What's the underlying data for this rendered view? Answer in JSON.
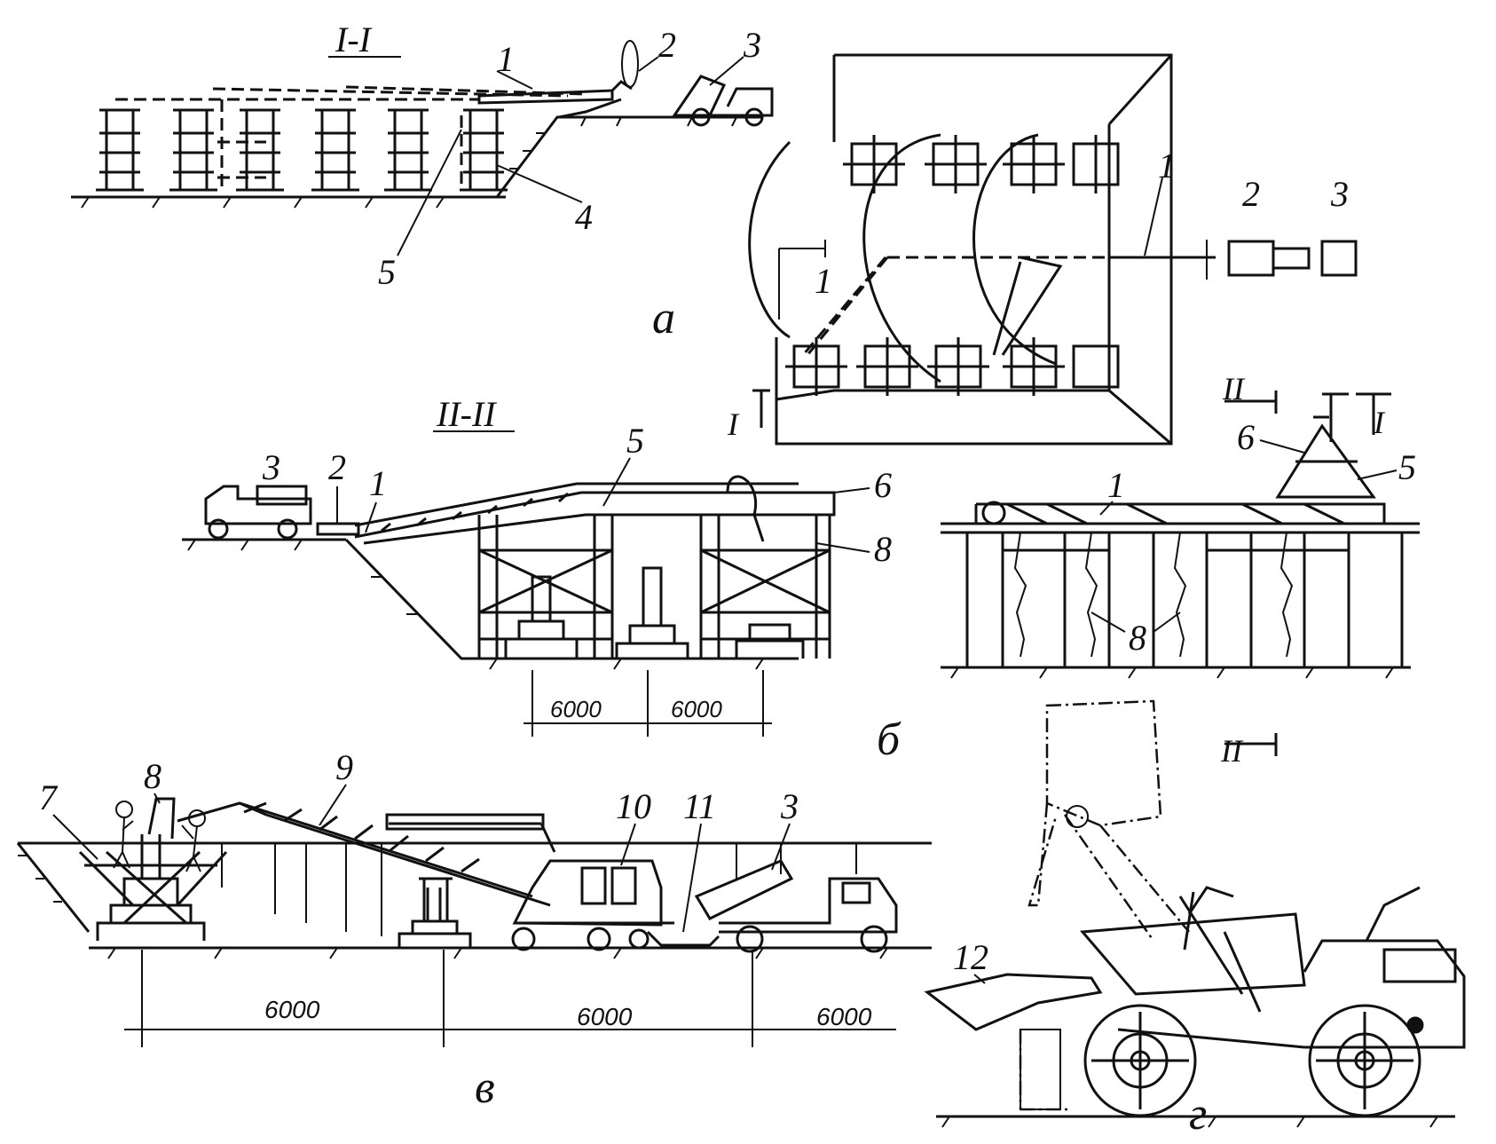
{
  "figure": {
    "sections": {
      "a_section": "I-I",
      "b_section": "II-II",
      "marker_I": "I",
      "marker_II": "II"
    },
    "panel_letters": {
      "a": "а",
      "b": "б",
      "v": "в",
      "g": "г"
    },
    "dimensions": {
      "b_span_1": "6000",
      "b_span_2": "6000",
      "v_span_1": "6000",
      "v_span_2": "6000",
      "v_span_3": "6000"
    },
    "callouts": {
      "n1": "1",
      "n2": "2",
      "n3": "3",
      "n4": "4",
      "n5": "5",
      "n6": "6",
      "n7": "7",
      "n8": "8",
      "n9": "9",
      "n10": "10",
      "n11": "11",
      "n12": "12"
    }
  }
}
